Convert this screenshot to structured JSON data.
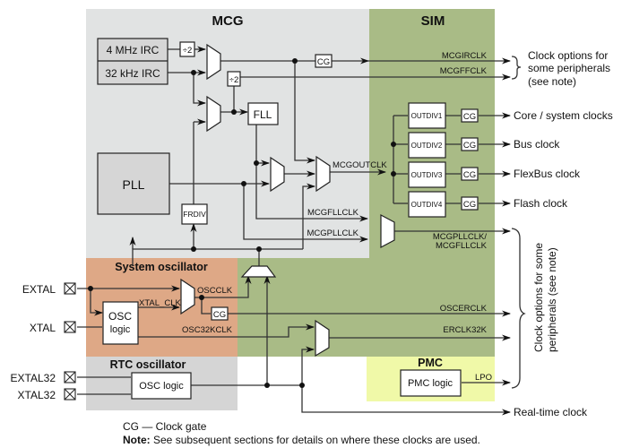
{
  "regions": {
    "mcg": {
      "title": "MCG",
      "color": "#e1e3e3"
    },
    "sim": {
      "title": "SIM",
      "color": "#a9bb86"
    },
    "system_oscillator": {
      "title": "System oscillator",
      "color": "#dea886"
    },
    "rtc_oscillator": {
      "title": "RTC oscillator",
      "color": "#d5d5d5"
    },
    "pmc": {
      "title": "PMC",
      "color": "#f0f9a8"
    }
  },
  "blocks": {
    "irc_4mhz": "4 MHz IRC",
    "irc_32khz": "32 kHz IRC",
    "div2_a": "÷2",
    "div2_b": "÷2",
    "fll": "FLL",
    "pll": "PLL",
    "frdiv": "FRDIV",
    "cg_mcgirclk": "CG",
    "outdiv1": "OUTDIV1",
    "outdiv2": "OUTDIV2",
    "outdiv3": "OUTDIV3",
    "outdiv4": "OUTDIV4",
    "cg_outdiv1": "CG",
    "cg_outdiv2": "CG",
    "cg_outdiv3": "CG",
    "cg_outdiv4": "CG",
    "osc_logic_line1": "OSC",
    "osc_logic_line2": "logic",
    "cg_osc": "CG",
    "rtc_osc_logic": "OSC logic",
    "pmc_logic": "PMC logic"
  },
  "signals": {
    "mcgirclk": "MCGIRCLK",
    "mcgffclk": "MCGFFCLK",
    "mcgoutclk": "MCGOUTCLK",
    "mcgfllclk": "MCGFLLCLK",
    "mcgpllclk": "MCGPLLCLK",
    "mcgpll_fll_line1": "MCGPLLCLK/",
    "mcgpll_fll_line2": "MCGFLLCLK",
    "oscclk": "OSCCLK",
    "xtal_clk": "XTAL_CLK",
    "osc32kclk": "OSC32KCLK",
    "oscerclk": "OSCERCLK",
    "erclk32k": "ERCLK32K",
    "lpo": "LPO"
  },
  "pins": {
    "extal": "EXTAL",
    "xtal": "XTAL",
    "extal32": "EXTAL32",
    "xtal32": "XTAL32"
  },
  "outputs": {
    "core_system": "Core / system clocks",
    "bus": "Bus clock",
    "flexbus": "FlexBus clock",
    "flash": "Flash clock",
    "rtc": "Real-time clock"
  },
  "annotations": {
    "top_options_line1": "Clock options for",
    "top_options_line2": "some peripherals",
    "top_options_line3": "(see note)",
    "side_options_line1": "Clock options for some",
    "side_options_line2": "peripherals (see note)"
  },
  "legend": {
    "cg_def": "CG — Clock gate",
    "note_label": "Note:",
    "note_text": " See subsequent sections for details on where these clocks are used."
  }
}
